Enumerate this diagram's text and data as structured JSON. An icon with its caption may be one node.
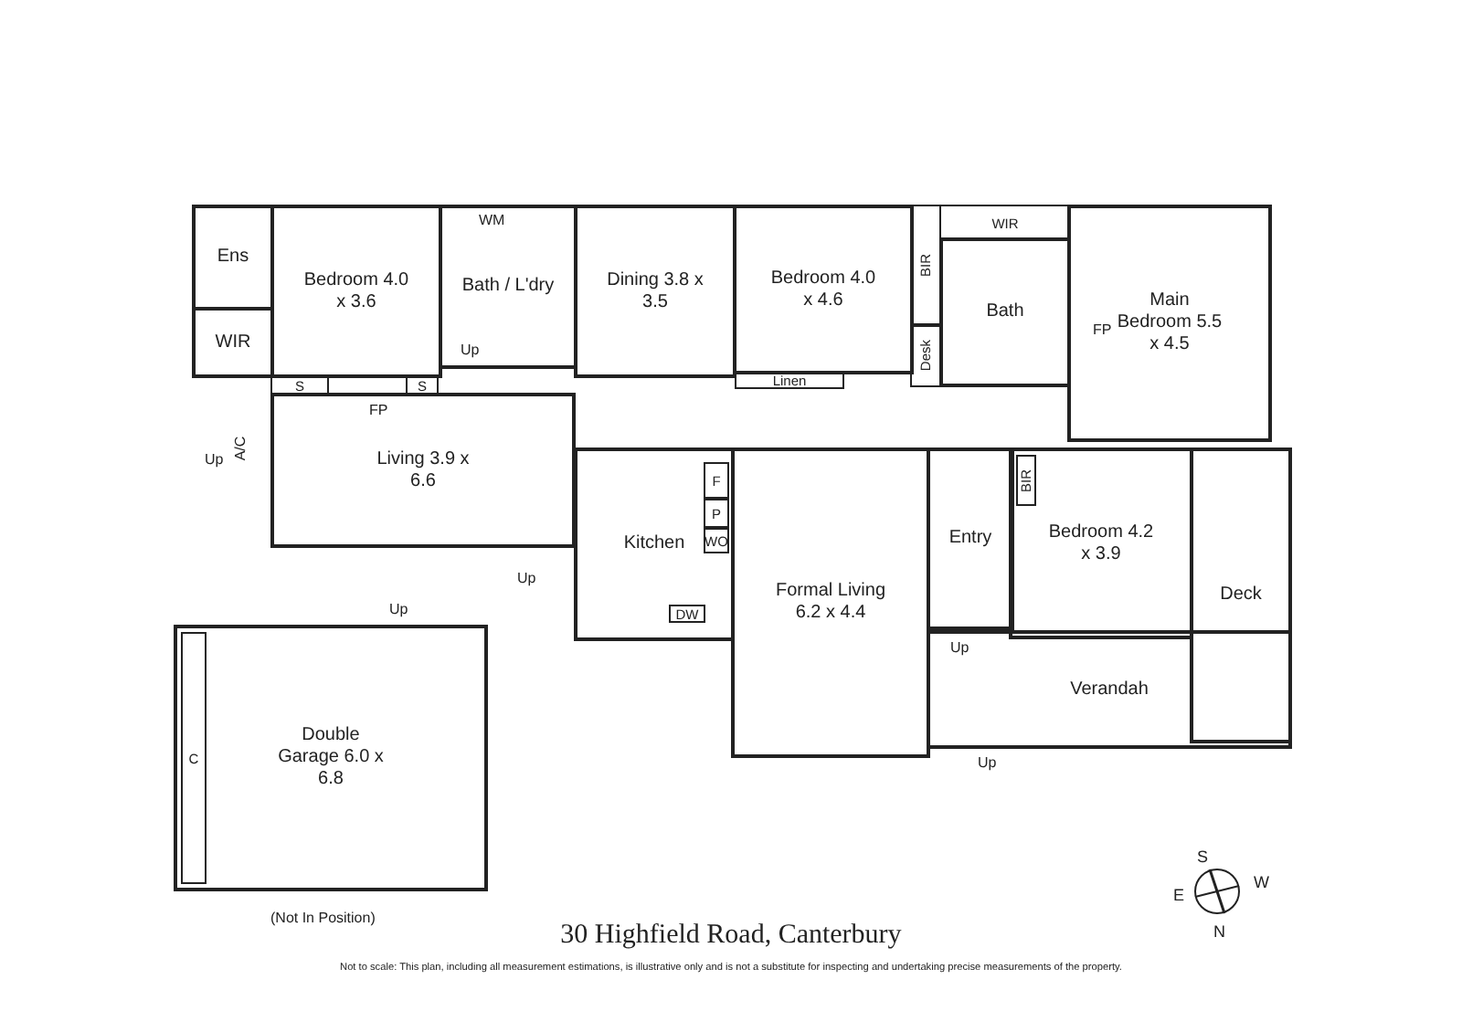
{
  "diagram": {
    "title": "30 Highfield Road, Canterbury",
    "caption": "Not to scale: This plan, including all measurement estimations, is illustrative only and is not a substitute for inspecting and undertaking precise measurements of the property.",
    "nodes": [
      {
        "text": [
          "Ens"
        ]
      },
      {
        "text": [
          "WIR"
        ]
      },
      {
        "text": [
          "Bedroom 4.0 x 3.6"
        ]
      },
      {
        "text": [
          "Bath / L'dry"
        ]
      },
      {
        "text": [
          "Dining 3.8 x 3.5"
        ]
      },
      {
        "text": [
          "Bedroom 4.0 x 4.6"
        ]
      },
      {
        "text": [
          "BIR"
        ]
      },
      {
        "text": [
          "WIR"
        ]
      },
      {
        "text": [
          "Bath"
        ]
      },
      {
        "text": [
          "Desk"
        ]
      },
      {
        "text": [
          "Main Bedroom 5.5 x 4.5"
        ]
      },
      {
        "text": [
          "Linen"
        ]
      },
      {
        "text": [
          "S"
        ]
      },
      {
        "text": [
          "S"
        ]
      },
      {
        "text": [
          "Living 3.9 x 6.6"
        ]
      },
      {
        "text": [
          "Kitchen"
        ]
      },
      {
        "text": [
          "F"
        ],
        "in": 15
      },
      {
        "text": [
          "P"
        ],
        "in": 15
      },
      {
        "text": [
          "WO"
        ],
        "in": 15
      },
      {
        "text": [
          "DW"
        ],
        "in": 15
      },
      {
        "text": [
          "Formal Living 6.2 x 4.4"
        ]
      },
      {
        "text": [
          "Entry"
        ]
      },
      {
        "text": [
          "BIR"
        ],
        "in": 23
      },
      {
        "text": [
          "Bedroom 4.2 x 3.9"
        ]
      },
      {
        "text": [
          "Deck"
        ]
      },
      {
        "text": [
          "Verandah"
        ]
      },
      {
        "text": [
          "Double Garage 6.0 x 6.8"
        ]
      },
      {
        "text": [
          "C"
        ],
        "in": 26
      }
    ],
    "labels": [
      "WM",
      "Up",
      "FP",
      "Up",
      "A/C",
      "FP",
      "Up",
      "Up",
      "Up",
      "Up",
      "(Not In Position)",
      "S",
      "W",
      "E",
      "N"
    ]
  }
}
